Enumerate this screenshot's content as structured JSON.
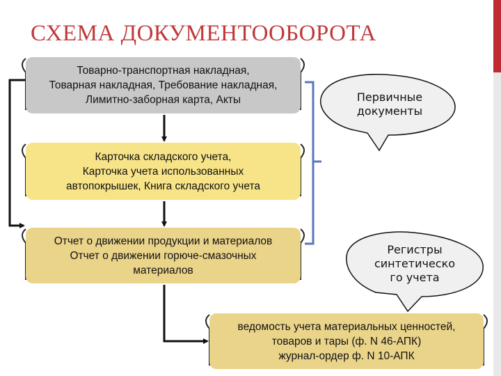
{
  "title": "СХЕМА ДОКУМЕНТООБОРОТА",
  "boxes": {
    "primary_docs": "Товарно-транспортная накладная,\nТоварная накладная, Требование накладная,\nЛимитно-заборная карта, Акты",
    "warehouse_cards": "Карточка складского учета,\nКарточка учета использованных\nавтопокрышек, Книга складского учета",
    "movement_reports": "Отчет о движении продукции и материалов\nОтчет о движении горюче-смазочных\nматериалов",
    "ledger": "ведомость учета материальных ценностей,\nтоваров и тары (ф. N 46-АПК)\nжурнал-ордер ф. N 10-АПК"
  },
  "callouts": {
    "primary": "Первичные\nдокументы",
    "synthetic": "Регистры\nсинтетическо\nго учета"
  },
  "colors": {
    "title": "#c0393b",
    "accent_bar": "#c0292f",
    "box_grey": "#c8c8c8",
    "box_yellow": "#f8e488",
    "box_tan": "#ead48a",
    "bracket": "#5b76b8",
    "arrow": "#111111"
  }
}
